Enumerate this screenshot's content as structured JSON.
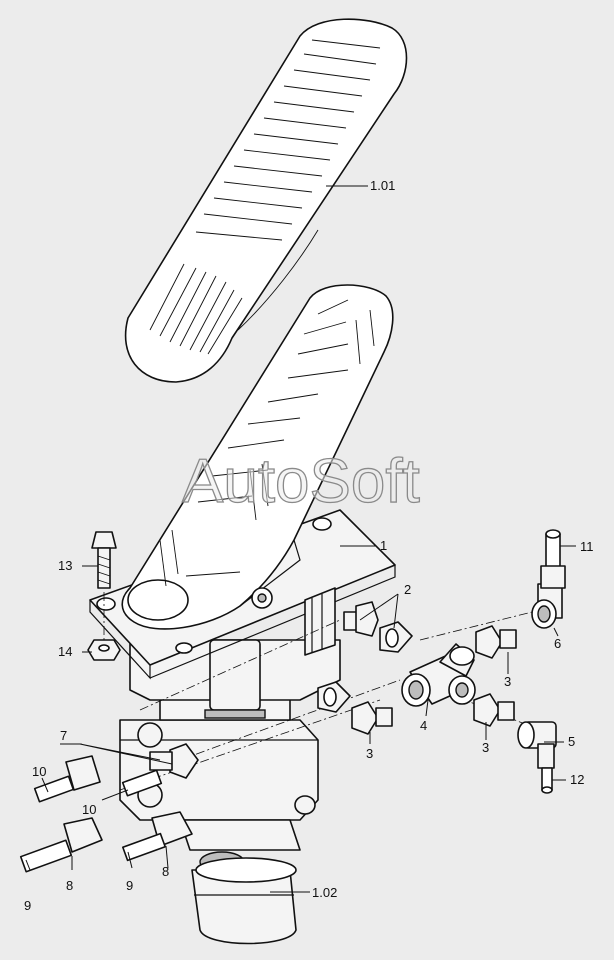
{
  "watermark": "AutoSoft",
  "callouts": {
    "pedal_pad": "1.01",
    "pedal_assembly": "1",
    "boot": "1.02",
    "fittings_2": "2",
    "adapter_3a": "3",
    "adapter_3b": "3",
    "adapter_3c": "3",
    "tee": "4",
    "elbow_5": "5",
    "elbow_6": "6",
    "union_7": "7",
    "connector_8a": "8",
    "connector_8b": "8",
    "tube_9a": "9",
    "tube_9b": "9",
    "plug_10a": "10",
    "plug_10b": "10",
    "hose_11": "11",
    "hose_12": "12",
    "bolt_13": "13",
    "nut_14": "14"
  }
}
